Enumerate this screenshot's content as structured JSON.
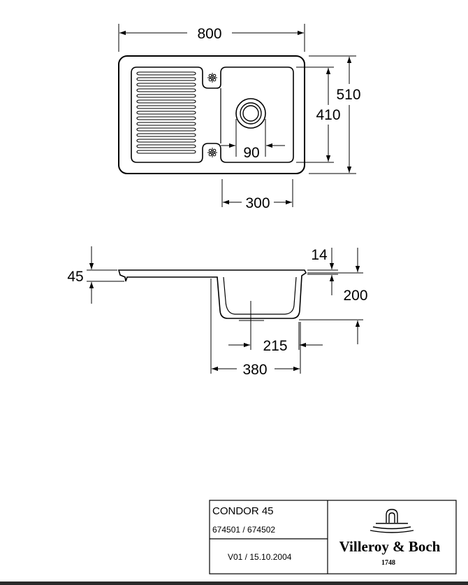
{
  "plan_view": {
    "dims": {
      "overall_width": "800",
      "overall_depth": "510",
      "bowl_depth": "410",
      "waste_diameter": "90",
      "bowl_width": "300"
    }
  },
  "section_view": {
    "dims": {
      "rim_thickness": "14",
      "drop": "45",
      "bowl_height": "200",
      "bowl_bottom_width": "215",
      "bowl_top_width": "380"
    }
  },
  "title_block": {
    "product_name": "CONDOR 45",
    "article_numbers": "674501 / 674502",
    "version": "V01 / 15.10.2004",
    "brand_name": "Villeroy & Boch",
    "brand_year": "1748"
  }
}
